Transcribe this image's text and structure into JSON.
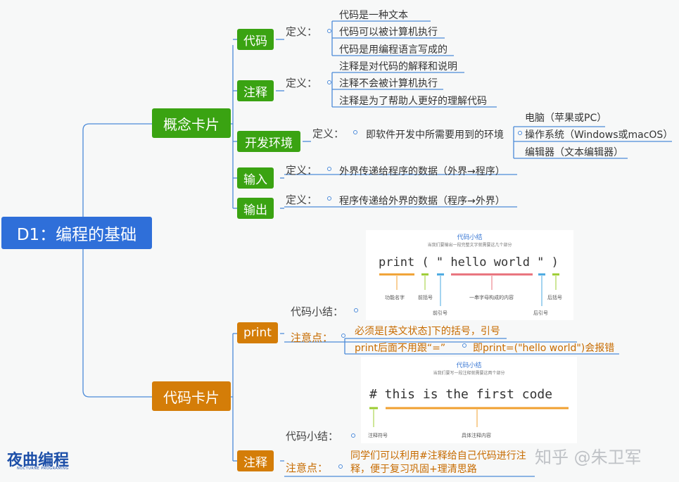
{
  "root": {
    "label": "D1：编程的基础"
  },
  "concept_card": {
    "label": "概念卡片",
    "items": [
      {
        "label": "代码",
        "def_label": "定义：",
        "points": [
          "代码是一种文本",
          "代码可以被计算机执行",
          "代码是用编程语言写成的"
        ]
      },
      {
        "label": "注释",
        "def_label": "定义：",
        "points": [
          "注释是对代码的解释和说明",
          "注释不会被计算机执行",
          "注释是为了帮助人更好的理解代码"
        ]
      },
      {
        "label": "开发环境",
        "def_label": "定义：",
        "desc": "即软件开发中所需要用到的环境",
        "points": [
          "电脑（苹果或PC）",
          "操作系统（Windows或macOS）",
          "编辑器（文本编辑器）"
        ]
      },
      {
        "label": "输入",
        "def_label": "定义：",
        "desc": "外界传递给程序的数据（外界→程序）"
      },
      {
        "label": "输出",
        "def_label": "定义：",
        "desc": "程序传递给外界的数据（程序→外界）"
      }
    ]
  },
  "code_card": {
    "label": "代码卡片",
    "print": {
      "label": "print",
      "summary_label": "代码小结：",
      "note_label": "注意点：",
      "notes": [
        "必须是[英文状态]下的括号，引号",
        "print后面不用跟“=”",
        "即print=(\"hello world\")会报错"
      ],
      "figure": {
        "title": "代码小结",
        "subtitle": "当我们要输出一段完整文字就需要这几个部分",
        "code": "print ( \" hello world \" )",
        "captions": [
          "功能名字",
          "前括号",
          "前引号",
          "一串字母构成的内容",
          "后引号",
          "后括号"
        ]
      }
    },
    "comment": {
      "label": "注释",
      "summary_label": "代码小结：",
      "note_label": "注意点：",
      "notes": [
        "同学们可以利用#注释给自己代码进行注",
        "释，便于复习巩固+理清思路"
      ],
      "figure": {
        "title": "代码小结",
        "subtitle": "当我们要写一段注释就需要这两个部分",
        "code": "# this is the first code",
        "captions": [
          "注释符号",
          "具体注释内容"
        ]
      }
    }
  },
  "brand": {
    "logo": "夜曲编程",
    "logo_sub": "NOCTURNE PROGRAMING",
    "watermark": "知乎 @朱卫军"
  },
  "colors": {
    "root": "#2f6fd9",
    "green": "#3aa312",
    "orange": "#d47d08",
    "line": "#4b8ad8"
  }
}
